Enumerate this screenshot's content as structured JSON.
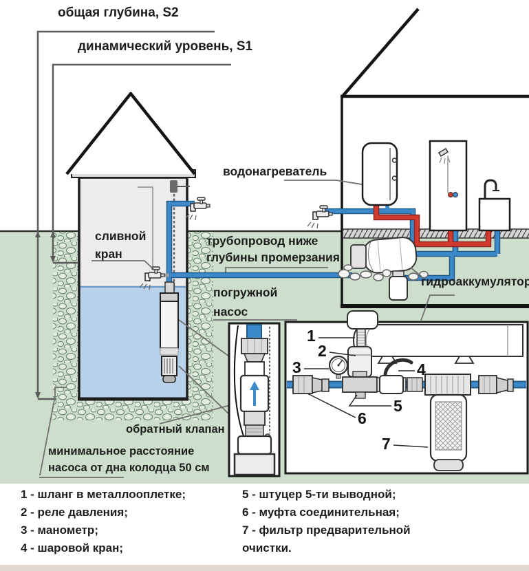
{
  "labels": {
    "total_depth": "общая глубина, S2",
    "dynamic_level": "динамический уровень, S1",
    "water_heater": "водонагреватель",
    "drain_tap": [
      "сливной",
      "кран"
    ],
    "pipeline": [
      "трубопровод ниже",
      "глубины промерзания"
    ],
    "submersible_pump": [
      "погружной",
      "насос"
    ],
    "hydroaccumulator": "гидроаккумулятор",
    "check_valve": "обратный клапан",
    "min_distance": [
      "минимальное расстояние",
      "насоса от дна колодца 50 см"
    ]
  },
  "detail_view": {
    "numbers": [
      "1",
      "2",
      "3",
      "4",
      "5",
      "6",
      "7"
    ]
  },
  "legend": {
    "column1": [
      "1 - шланг в металлооплетке;",
      "2 - реле давления;",
      "3 - манометр;",
      "4 - шаровой кран;"
    ],
    "column2": [
      "5 - штуцер 5-ти выводной;",
      "6 - муфта соединительная;",
      "7 - фильтр предварительной очистки."
    ]
  },
  "icons": {
    "faucet": "tap-with-spray",
    "shower_head": "shower-spray",
    "check_valve_arrow": "blue-up-arrow",
    "chain": "dashed-suspension-cable"
  },
  "colors": {
    "pipe_cold": "#3c89cc",
    "pipe_cold_dark": "#205a85",
    "pipe_hot": "#d23b30",
    "pipe_hot_dark": "#8e231b",
    "water": "#b7d2ea",
    "ground": "#cddfcc",
    "pebble_fill": "#e3ecdf",
    "pebble_stroke": "#5d7d64",
    "line": "#1b1b1b",
    "leader": "#6e6e6e",
    "text": "#1d1d1d"
  }
}
